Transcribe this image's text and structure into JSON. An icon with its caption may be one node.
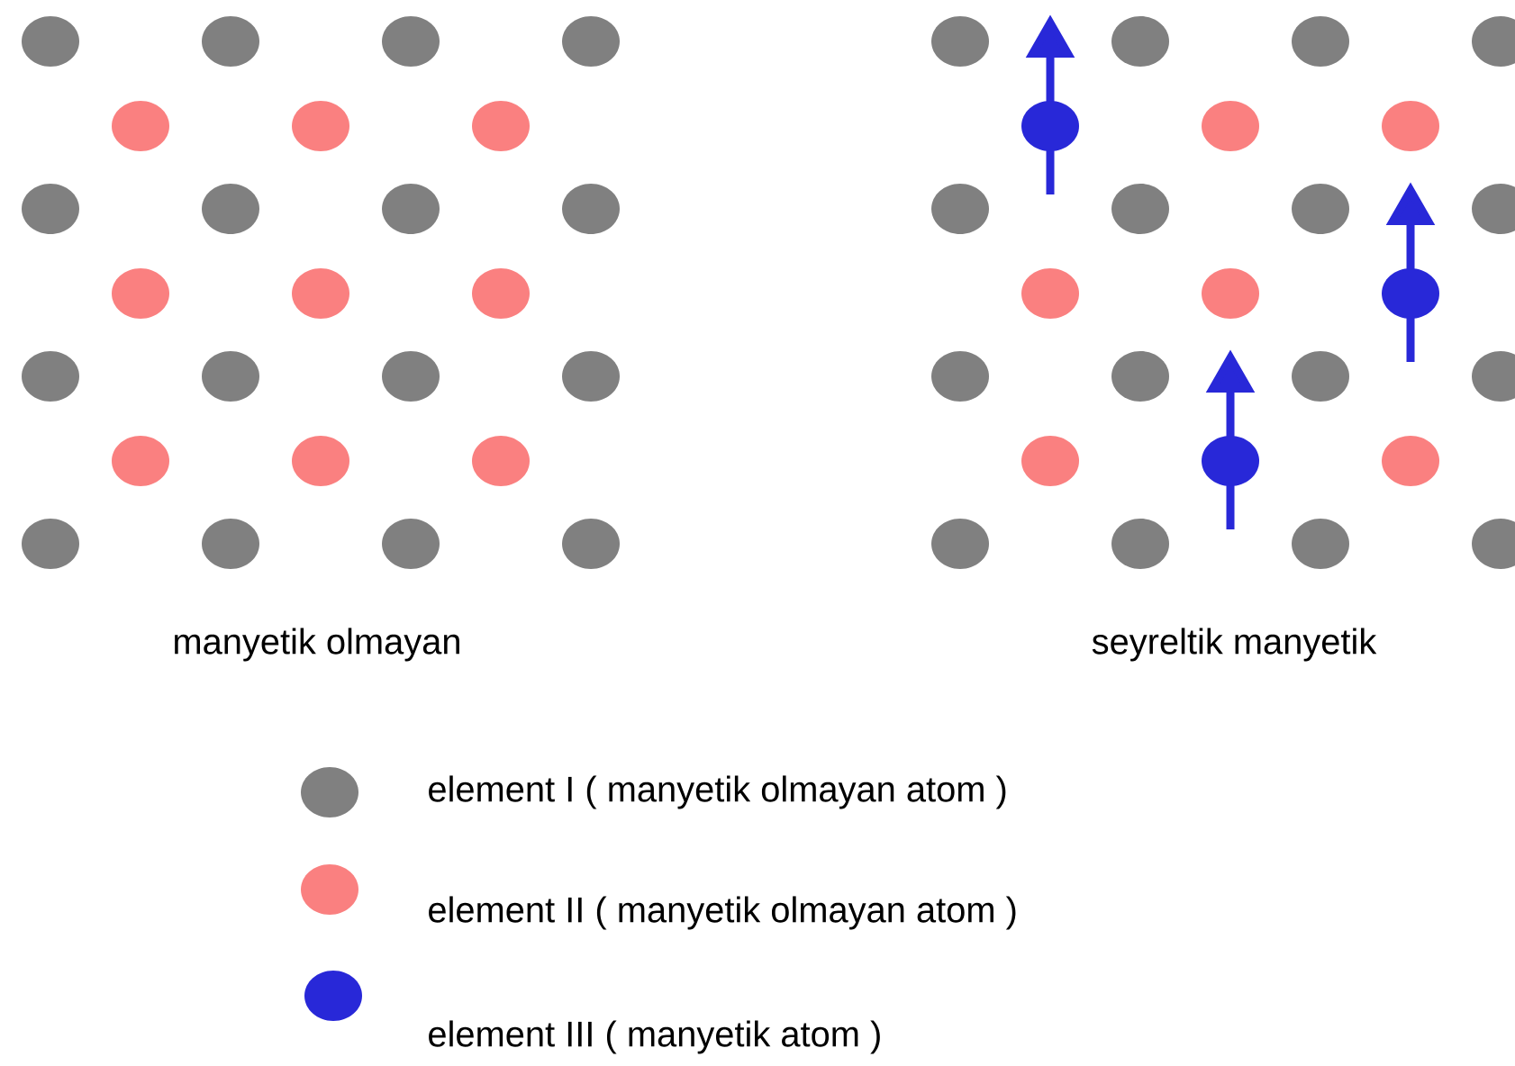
{
  "diagram": {
    "labels": [
      "manyetik olmayan",
      "seyreltik manyetik"
    ],
    "legend": [
      {
        "text": "element I ( manyetik olmayan atom )",
        "color": "#808080"
      },
      {
        "text": "element II ( manyetik olmayan atom )",
        "color": "#fa8080"
      },
      {
        "text": "element III ( manyetik atom )",
        "color": "#2828d8"
      }
    ]
  }
}
